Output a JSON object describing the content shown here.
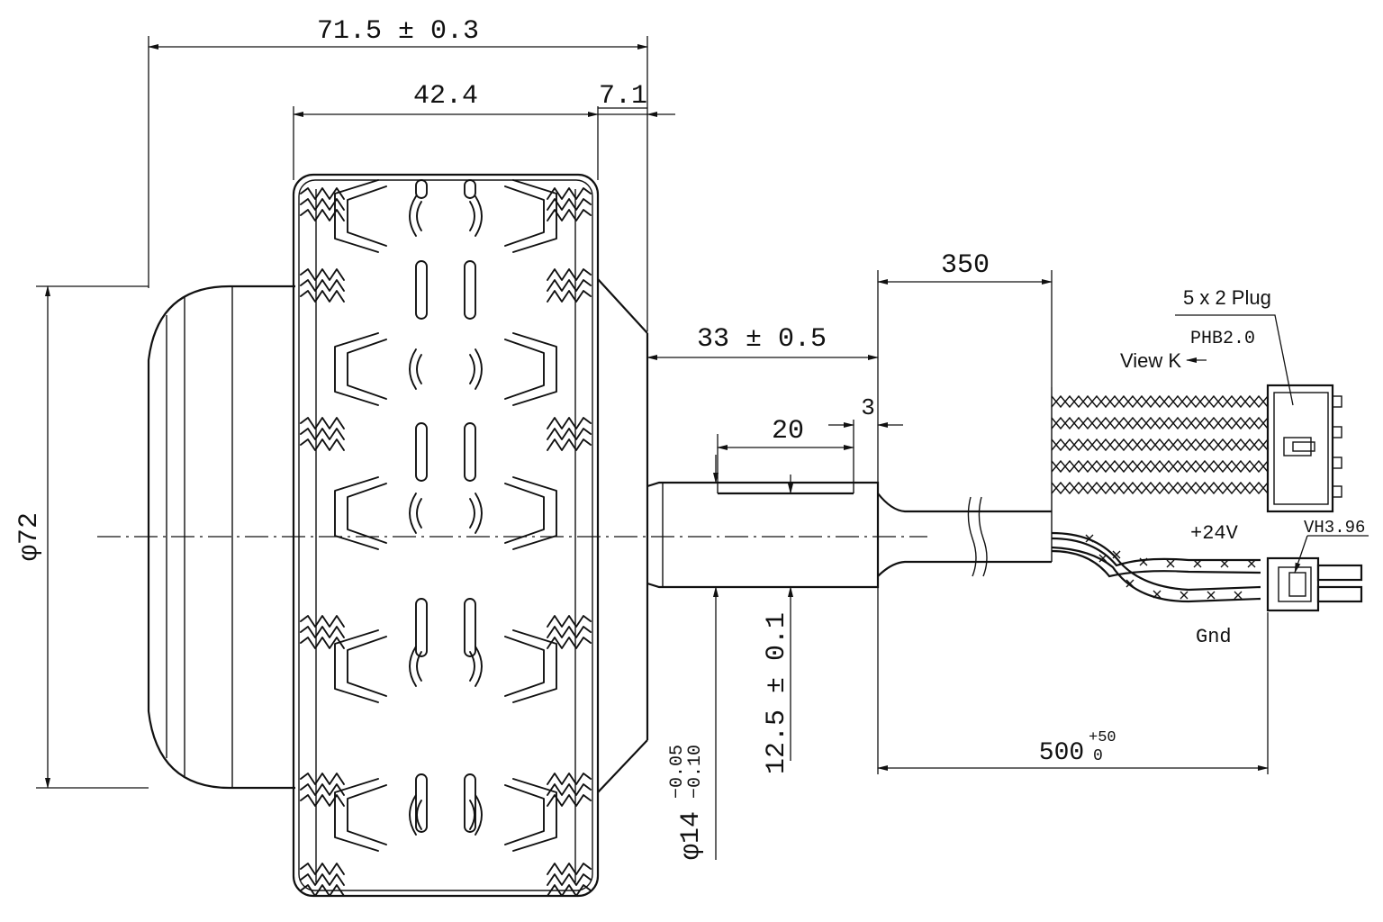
{
  "dimensions": {
    "overall_width": "71.5 ± 0.3",
    "tire_width": "42.4",
    "hub_offset": "7.1",
    "diameter": "φ72",
    "shaft_length": "33 ± 0.5",
    "flat_length": "20",
    "flat_offset": "3",
    "flat_depth": "12.5 ± 0.1",
    "shaft_diameter_main": "φ14",
    "shaft_tol_upper": "−0.05",
    "shaft_tol_lower": "−0.10",
    "cable_lead_length": "350",
    "cable_total_length_main": "500",
    "cable_tol_upper": "+50",
    "cable_tol_lower": "0"
  },
  "labels": {
    "signal_plug": "5 x 2 Plug",
    "signal_connector": "PHB2.0",
    "view": "View K",
    "power_positive": "+24V",
    "power_connector": "VH3.96",
    "ground": "Gnd"
  }
}
